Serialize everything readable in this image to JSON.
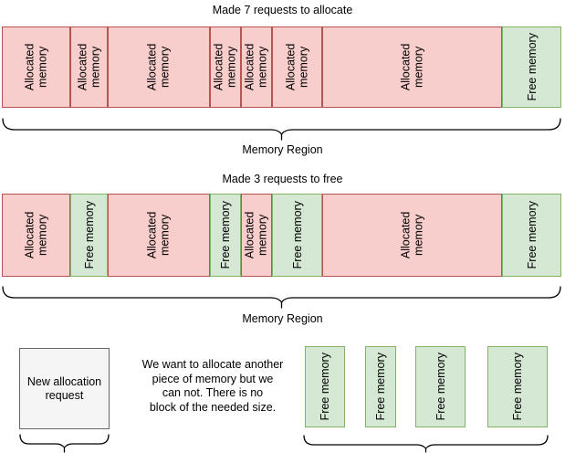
{
  "colors": {
    "allocated_fill": "#F8CECC",
    "allocated_stroke": "#B85450",
    "free_fill": "#D5E8D4",
    "free_stroke": "#82B366",
    "request_box_fill": "#F5F5F5",
    "request_box_stroke": "#666666"
  },
  "section_allocate": {
    "title": "Made 7 requests to allocate",
    "region_label": "Memory Region",
    "segments": [
      {
        "label": "Allocated memory",
        "type": "allocated"
      },
      {
        "label": "Allocated memory",
        "type": "allocated"
      },
      {
        "label": "Allocated memory",
        "type": "allocated"
      },
      {
        "label": "Allocated memory",
        "type": "allocated"
      },
      {
        "label": "Allocated memory",
        "type": "allocated"
      },
      {
        "label": "Allocated memory",
        "type": "allocated"
      },
      {
        "label": "Allocated memory",
        "type": "allocated"
      },
      {
        "label": "Free memory",
        "type": "free"
      }
    ]
  },
  "section_free": {
    "title": "Made 3 requests to free",
    "region_label": "Memory Region",
    "segments": [
      {
        "label": "Allocated memory",
        "type": "allocated"
      },
      {
        "label": "Free memory",
        "type": "free"
      },
      {
        "label": "Allocated memory",
        "type": "allocated"
      },
      {
        "label": "Free memory",
        "type": "free"
      },
      {
        "label": "Allocated memory",
        "type": "allocated"
      },
      {
        "label": "Free memory",
        "type": "free"
      },
      {
        "label": "Allocated memory",
        "type": "allocated"
      },
      {
        "label": "Free memory",
        "type": "free"
      }
    ]
  },
  "section_result": {
    "request_box_label": "New allocation request",
    "note_lines": [
      "We want to allocate another",
      "piece of memory but we",
      "can not. There is no",
      "block of the needed size."
    ],
    "free_blocks": [
      {
        "label": "Free memory"
      },
      {
        "label": "Free memory"
      },
      {
        "label": "Free memory"
      },
      {
        "label": "Free memory"
      }
    ]
  }
}
